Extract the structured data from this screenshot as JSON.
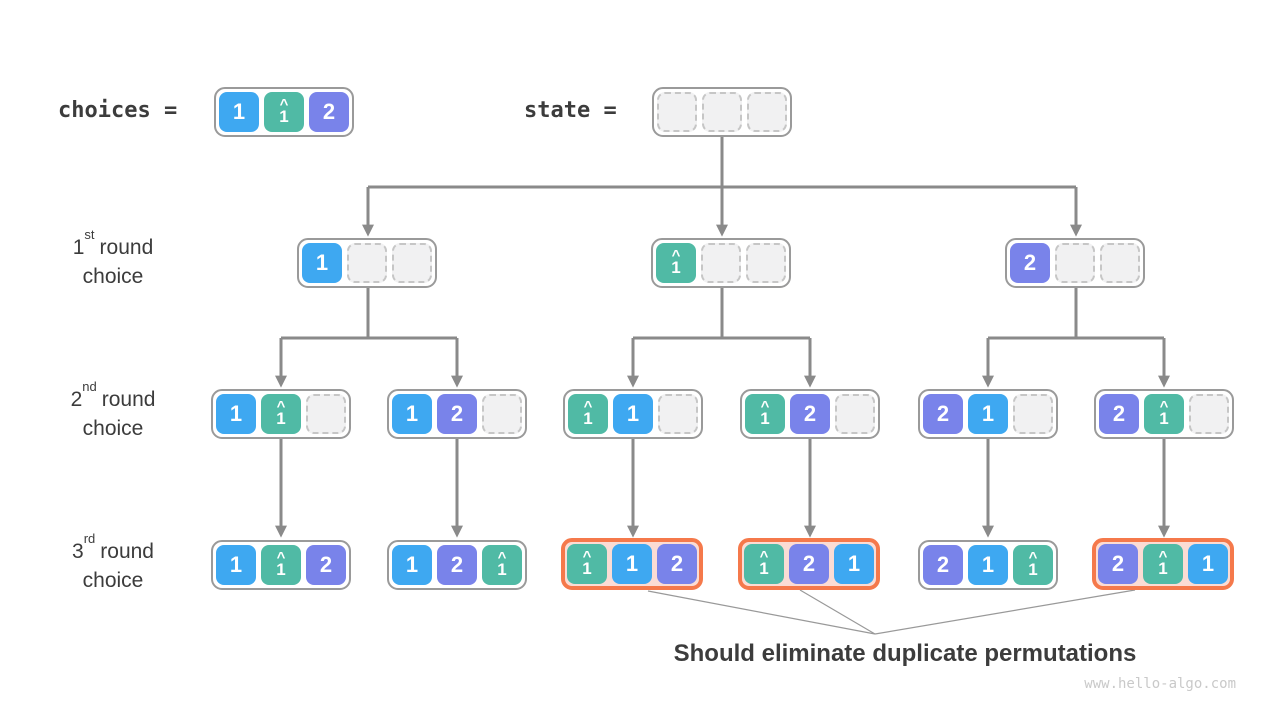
{
  "palette": {
    "blue": "#3EA8F1",
    "teal": "#50BAA5",
    "purple": "#7983EA",
    "orange": "#F5794B",
    "orangebg": "#FBDCD4",
    "line": "#8A8A8A",
    "thinline": "#999999",
    "nodeborder": "#9A9A9A",
    "emptybg": "#F1F1F2",
    "emptyborder": "#C6C6C6",
    "text": "#3C3C3C",
    "watermark": "#C9C9C9"
  },
  "header": {
    "choices_label": "choices =",
    "state_label": "state ="
  },
  "choices_node": {
    "cells": [
      {
        "v": "1",
        "c": "blue"
      },
      {
        "v": "1",
        "hat": true,
        "c": "teal"
      },
      {
        "v": "2",
        "c": "purple"
      }
    ]
  },
  "state_node": {
    "cells": [
      null,
      null,
      null
    ]
  },
  "rows": [
    {
      "num": "1",
      "sup": "st",
      "rest": "round",
      "line2": "choice"
    },
    {
      "num": "2",
      "sup": "nd",
      "rest": "round",
      "line2": "choice"
    },
    {
      "num": "3",
      "sup": "rd",
      "rest": "round",
      "line2": "choice"
    }
  ],
  "tree": {
    "r1": [
      {
        "cells": [
          {
            "v": "1",
            "c": "blue"
          },
          null,
          null
        ]
      },
      {
        "cells": [
          {
            "v": "1",
            "hat": true,
            "c": "teal"
          },
          null,
          null
        ]
      },
      {
        "cells": [
          {
            "v": "2",
            "c": "purple"
          },
          null,
          null
        ]
      }
    ],
    "r2": [
      {
        "cells": [
          {
            "v": "1",
            "c": "blue"
          },
          {
            "v": "1",
            "hat": true,
            "c": "teal"
          },
          null
        ]
      },
      {
        "cells": [
          {
            "v": "1",
            "c": "blue"
          },
          {
            "v": "2",
            "c": "purple"
          },
          null
        ]
      },
      {
        "cells": [
          {
            "v": "1",
            "hat": true,
            "c": "teal"
          },
          {
            "v": "1",
            "c": "blue"
          },
          null
        ]
      },
      {
        "cells": [
          {
            "v": "1",
            "hat": true,
            "c": "teal"
          },
          {
            "v": "2",
            "c": "purple"
          },
          null
        ]
      },
      {
        "cells": [
          {
            "v": "2",
            "c": "purple"
          },
          {
            "v": "1",
            "c": "blue"
          },
          null
        ]
      },
      {
        "cells": [
          {
            "v": "2",
            "c": "purple"
          },
          {
            "v": "1",
            "hat": true,
            "c": "teal"
          },
          null
        ]
      }
    ],
    "r3": [
      {
        "cells": [
          {
            "v": "1",
            "c": "blue"
          },
          {
            "v": "1",
            "hat": true,
            "c": "teal"
          },
          {
            "v": "2",
            "c": "purple"
          }
        ]
      },
      {
        "cells": [
          {
            "v": "1",
            "c": "blue"
          },
          {
            "v": "2",
            "c": "purple"
          },
          {
            "v": "1",
            "hat": true,
            "c": "teal"
          }
        ]
      },
      {
        "hl": true,
        "cells": [
          {
            "v": "1",
            "hat": true,
            "c": "teal"
          },
          {
            "v": "1",
            "c": "blue"
          },
          {
            "v": "2",
            "c": "purple"
          }
        ]
      },
      {
        "hl": true,
        "cells": [
          {
            "v": "1",
            "hat": true,
            "c": "teal"
          },
          {
            "v": "2",
            "c": "purple"
          },
          {
            "v": "1",
            "c": "blue"
          }
        ]
      },
      {
        "cells": [
          {
            "v": "2",
            "c": "purple"
          },
          {
            "v": "1",
            "c": "blue"
          },
          {
            "v": "1",
            "hat": true,
            "c": "teal"
          }
        ]
      },
      {
        "hl": true,
        "cells": [
          {
            "v": "2",
            "c": "purple"
          },
          {
            "v": "1",
            "hat": true,
            "c": "teal"
          },
          {
            "v": "1",
            "c": "blue"
          }
        ]
      }
    ]
  },
  "caption": "Should eliminate duplicate permutations",
  "watermark": "www.hello-algo.com"
}
